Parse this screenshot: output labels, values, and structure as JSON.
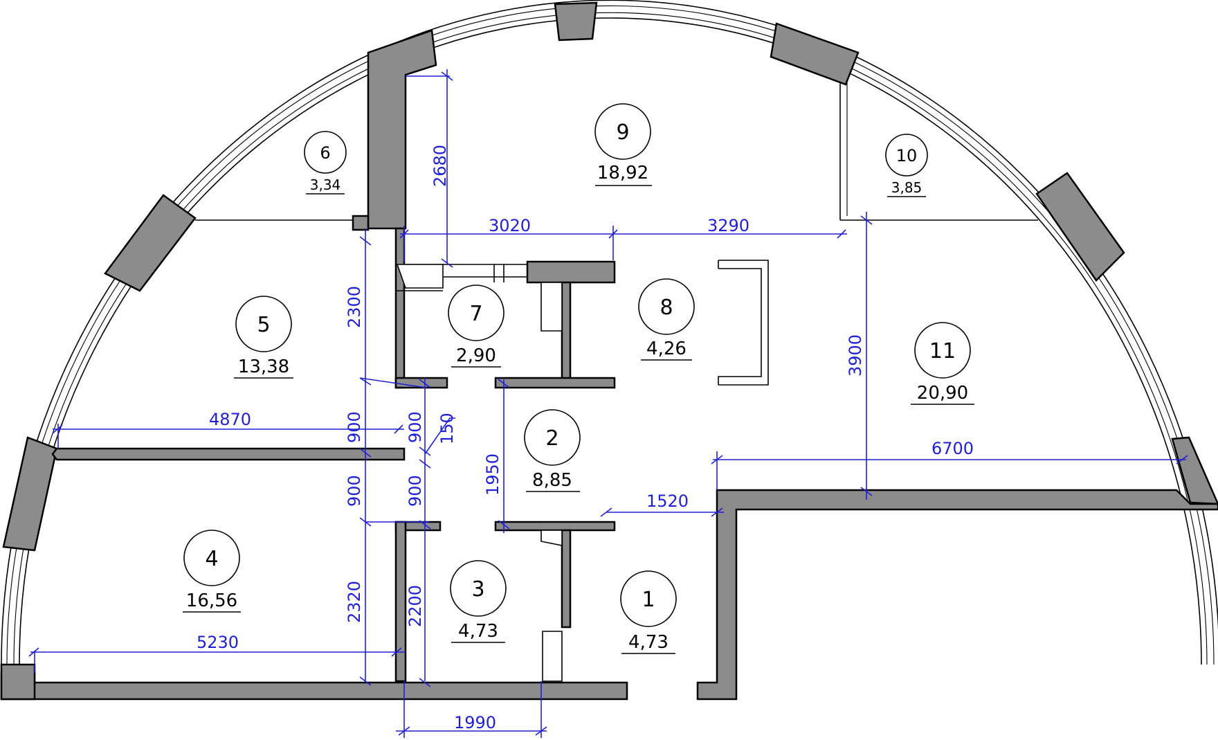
{
  "rooms": [
    {
      "number": "1",
      "area": "4,73"
    },
    {
      "number": "2",
      "area": "8,85"
    },
    {
      "number": "3",
      "area": "4,73"
    },
    {
      "number": "4",
      "area": "16,56"
    },
    {
      "number": "5",
      "area": "13,38"
    },
    {
      "number": "6",
      "area": "3,34"
    },
    {
      "number": "7",
      "area": "2,90"
    },
    {
      "number": "8",
      "area": "4,26"
    },
    {
      "number": "9",
      "area": "18,92"
    },
    {
      "number": "10",
      "area": "3,85"
    },
    {
      "number": "11",
      "area": "20,90"
    }
  ],
  "dimensions": {
    "d2680": "2680",
    "d3020": "3020",
    "d3290": "3290",
    "d2300": "2300",
    "d3900": "3900",
    "d4870": "4870",
    "d900a": "900",
    "d900b": "900",
    "d150": "150",
    "d1950": "1950",
    "d6700": "6700",
    "d900c": "900",
    "d900d": "900",
    "d1520": "1520",
    "d2320": "2320",
    "d2200": "2200",
    "d5230": "5230",
    "d1990": "1990"
  }
}
